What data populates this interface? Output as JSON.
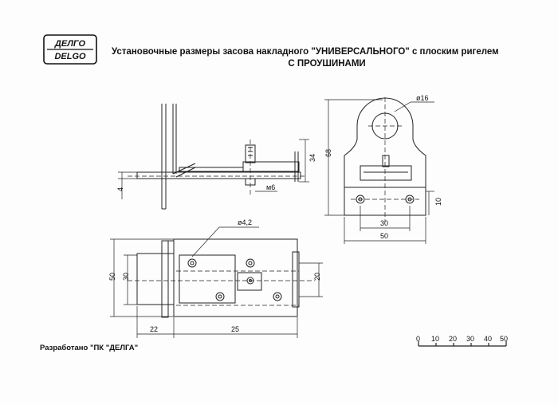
{
  "logo": {
    "top": "ДЕЛГО",
    "bottom": "DELGO"
  },
  "title": {
    "line1": "Установочные размеры засова накладного \"УНИВЕРСАЛЬНОГО\" с плоским ригелем",
    "line2": "С ПРОУШИНАМИ"
  },
  "credit": "Разработано \"ПК \"ДЕЛГА\"",
  "dims": {
    "side_height": "34",
    "side_thickness": "4",
    "side_screw": "м6",
    "front_hole": "ø16",
    "front_height": "68",
    "front_hole_spacing": "30",
    "front_width": "50",
    "front_base": "10",
    "top_hole": "ø4,2",
    "top_height": "50",
    "top_inner_height": "30",
    "top_right_height": "20",
    "top_left_len": "22",
    "top_right_len": "25"
  },
  "scale": {
    "labels": [
      "0",
      "10",
      "20",
      "30",
      "40",
      "50"
    ]
  },
  "colors": {
    "line": "#222222",
    "paper": "#fdfdfd"
  }
}
